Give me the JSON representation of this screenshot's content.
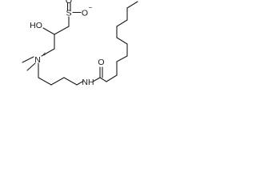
{
  "molecule": {
    "atoms": {
      "oxygen_sulfonyl_top": "O",
      "sulfur": "S",
      "oxygen_sulfonate_anion": "O",
      "anion_charge": "−",
      "hydroxyl": "HO",
      "ammonium_nitrogen": "N",
      "ammonium_charge": "+",
      "amide_nitrogen_h": "NH",
      "amide_oxygen": "O"
    }
  }
}
